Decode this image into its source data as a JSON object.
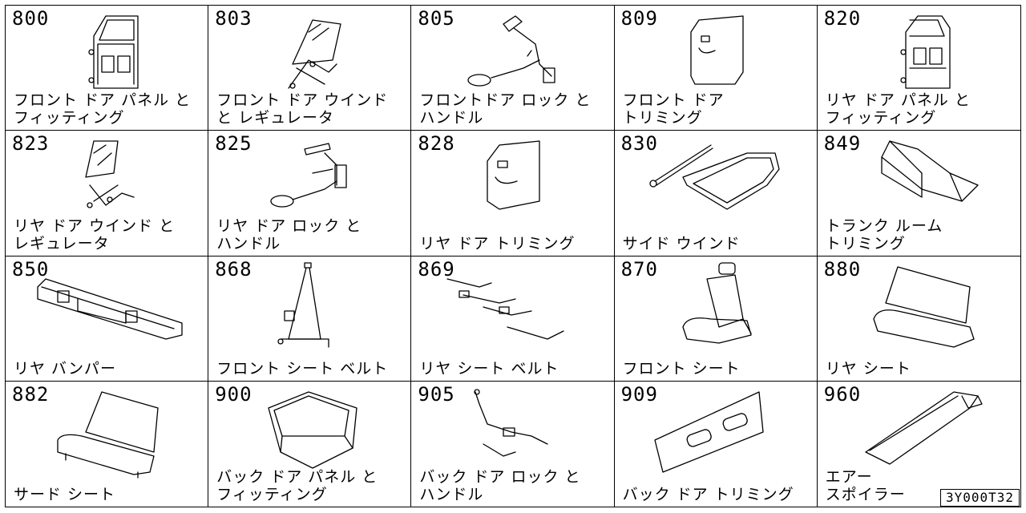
{
  "reference_code": "3Y000T32",
  "cells": [
    {
      "code": "800",
      "label1": "フロント ドア パネル と",
      "label2": "フィッティング",
      "icon": "front-door-panel-icon"
    },
    {
      "code": "803",
      "label1": "フロント ドア ウインド",
      "label2": "と レギュレータ",
      "icon": "front-door-window-regulator-icon"
    },
    {
      "code": "805",
      "label1": "フロントドア ロック と",
      "label2": "ハンドル",
      "icon": "front-door-lock-handle-icon"
    },
    {
      "code": "809",
      "label1": "フロント ドア",
      "label2": "トリミング",
      "icon": "front-door-trim-icon"
    },
    {
      "code": "820",
      "label1": "リヤ ドア パネル と",
      "label2": "フィッティング",
      "icon": "rear-door-panel-icon"
    },
    {
      "code": "823",
      "label1": "リヤ ドア ウインド と",
      "label2": "レギュレータ",
      "icon": "rear-door-window-regulator-icon"
    },
    {
      "code": "825",
      "label1": "リヤ ドア ロック と",
      "label2": "ハンドル",
      "icon": "rear-door-lock-handle-icon"
    },
    {
      "code": "828",
      "label1": "",
      "label2": "リヤ ドア トリミング",
      "icon": "rear-door-trim-icon"
    },
    {
      "code": "830",
      "label1": "",
      "label2": "サイド ウインド",
      "icon": "side-window-icon"
    },
    {
      "code": "849",
      "label1": "トランク ルーム",
      "label2": "トリミング",
      "icon": "trunk-room-trim-icon"
    },
    {
      "code": "850",
      "label1": "",
      "label2": "リヤ バンパー",
      "icon": "rear-bumper-icon"
    },
    {
      "code": "868",
      "label1": "",
      "label2": "フロント シート ベルト",
      "icon": "front-seat-belt-icon"
    },
    {
      "code": "869",
      "label1": "",
      "label2": "リヤ シート ベルト",
      "icon": "rear-seat-belt-icon"
    },
    {
      "code": "870",
      "label1": "",
      "label2": "フロント シート",
      "icon": "front-seat-icon"
    },
    {
      "code": "880",
      "label1": "",
      "label2": "リヤ シート",
      "icon": "rear-seat-icon"
    },
    {
      "code": "882",
      "label1": "",
      "label2": "サード シート",
      "icon": "third-seat-icon"
    },
    {
      "code": "900",
      "label1": "バック ドア パネル と",
      "label2": "フィッティング",
      "icon": "back-door-panel-icon"
    },
    {
      "code": "905",
      "label1": "バック ドア ロック と",
      "label2": "ハンドル",
      "icon": "back-door-lock-handle-icon"
    },
    {
      "code": "909",
      "label1": "",
      "label2": "バック ドア トリミング",
      "icon": "back-door-trim-icon"
    },
    {
      "code": "960",
      "label1": "エアー",
      "label2": "スポイラー",
      "icon": "air-spoiler-icon"
    }
  ]
}
